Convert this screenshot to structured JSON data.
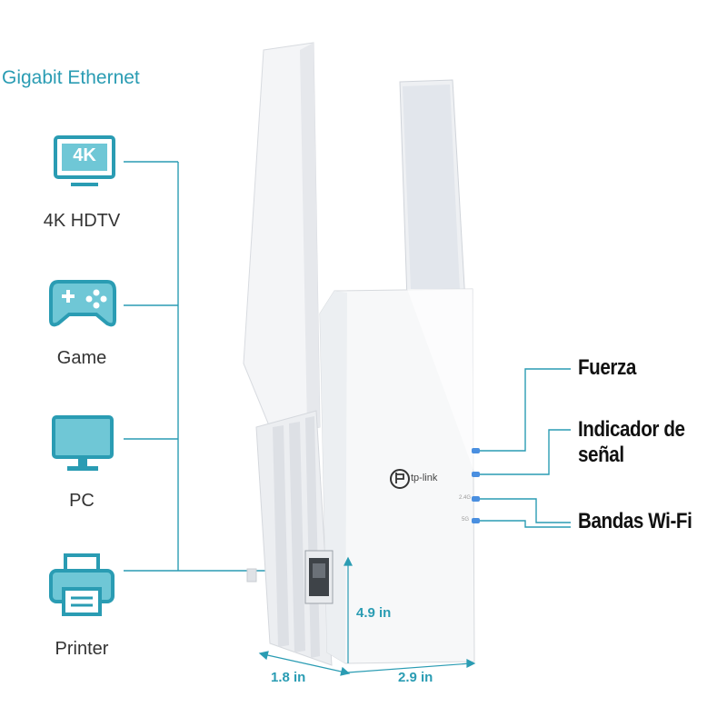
{
  "header": {
    "title": "Gigabit Ethernet"
  },
  "devices": [
    {
      "icon": "4k-tv-icon",
      "label": "4K HDTV",
      "badge": "4K"
    },
    {
      "icon": "gamepad-icon",
      "label": "Game"
    },
    {
      "icon": "pc-monitor-icon",
      "label": "PC"
    },
    {
      "icon": "printer-icon",
      "label": "Printer"
    }
  ],
  "callouts": {
    "power": "Fuerza",
    "signal": "Indicador de señal",
    "bands": "Bandas Wi-Fi"
  },
  "product": {
    "brand": "tp-link",
    "led_labels": [
      "2.4G",
      "5G"
    ]
  },
  "dimensions": {
    "height": "4.9 in",
    "depth": "1.8 in",
    "width": "2.9 in"
  },
  "colors": {
    "accent": "#2a9cb3",
    "led": "#4a8fe0",
    "device_body": "#f7f8f9"
  }
}
